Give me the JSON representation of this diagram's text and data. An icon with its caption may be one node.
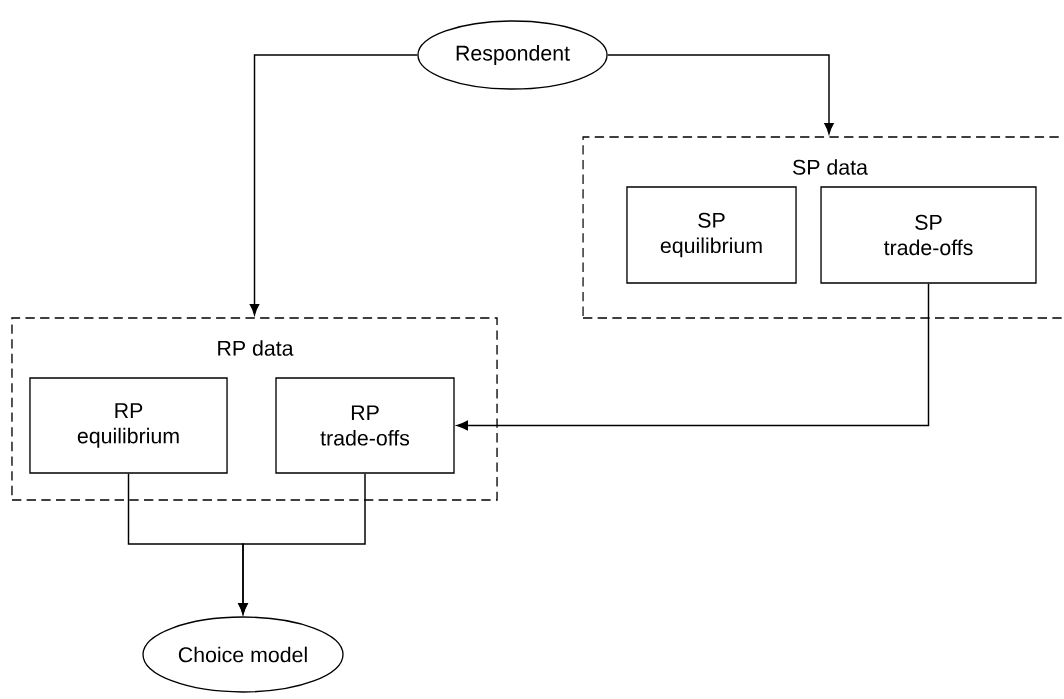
{
  "diagram": {
    "nodes": [
      {
        "text": [
          "Respondent"
        ]
      },
      {
        "text": [
          "SP data"
        ]
      },
      {
        "text": [
          "SP equilibrium"
        ],
        "in": 1
      },
      {
        "text": [
          "SP trade-offs"
        ],
        "in": 1
      },
      {
        "text": [
          "RP data"
        ]
      },
      {
        "text": [
          "RP equilibrium"
        ],
        "in": 4
      },
      {
        "text": [
          "RP trade-offs"
        ],
        "in": 4
      },
      {
        "text": [
          "Choice model"
        ]
      }
    ],
    "edges": [
      {
        "from": 0,
        "to": 1,
        "arrow": "to"
      },
      {
        "from": 0,
        "to": 4,
        "arrow": "to"
      },
      {
        "from": 3,
        "to": 6,
        "arrow": "to"
      },
      {
        "from": 5,
        "to": 7,
        "arrow": "to"
      },
      {
        "from": 6,
        "to": 7,
        "arrow": "to"
      }
    ]
  }
}
